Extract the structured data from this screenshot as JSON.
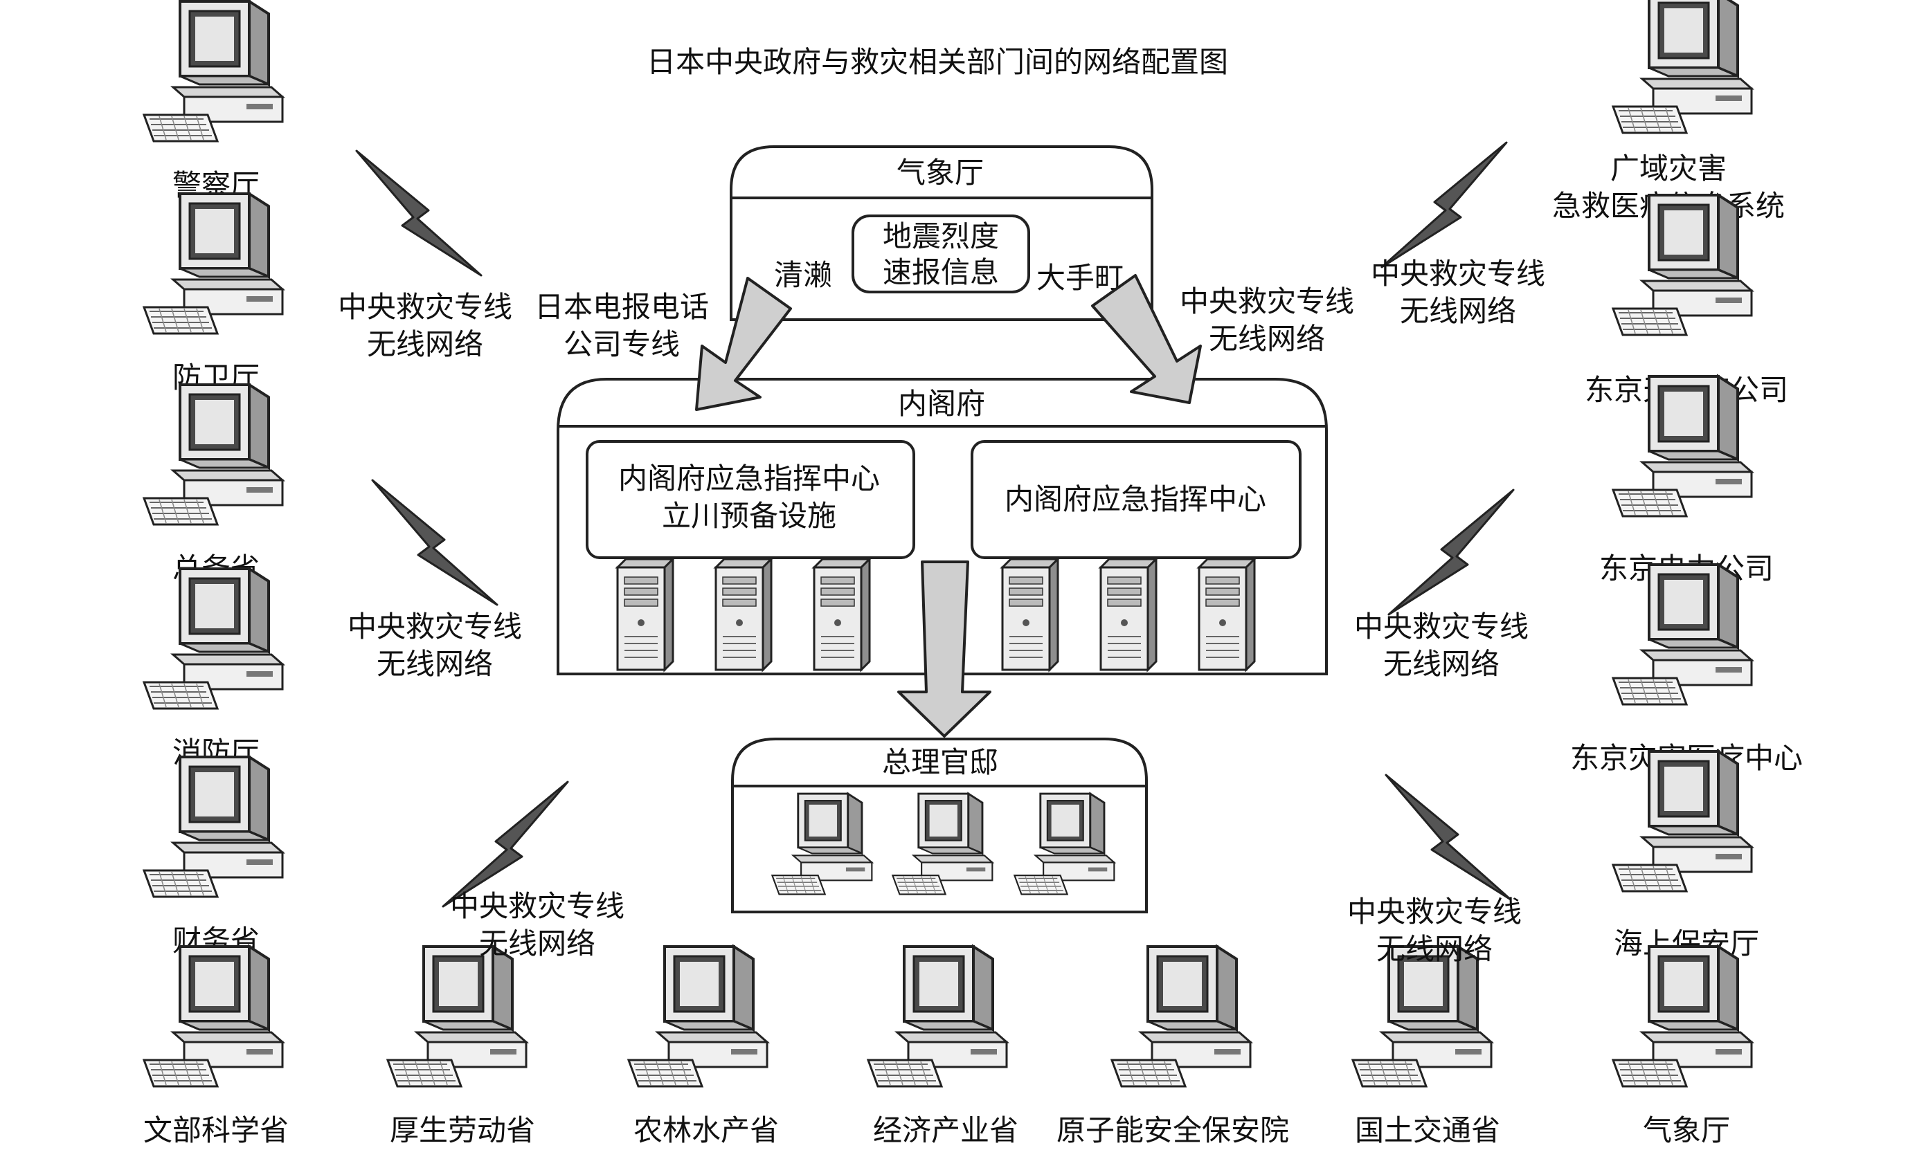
{
  "title": "日本中央政府与救灾相关部门间的网络配置图",
  "colors": {
    "stroke": "#222222",
    "arrow_fill": "#cfcfcf",
    "bolt_fill": "#555555",
    "monitor_face": "#e8e8e8",
    "screen_dark": "#4a4a4a"
  },
  "left_column": [
    "警察厅",
    "防卫厅",
    "总务省",
    "消防厅",
    "财务省",
    "文部科学省"
  ],
  "bottom_row": [
    "厚生劳动省",
    "农林水产省",
    "经济产业省",
    "原子能安全保安院",
    "国土交通省"
  ],
  "right_column": [
    [
      "广域灾害",
      "急救医疗信息系统"
    ],
    [
      "东京天然气公司"
    ],
    [
      "东京电力公司"
    ],
    [
      "东京灾害医疗中心"
    ],
    [
      "海上保安厅"
    ],
    [
      "气象厅"
    ]
  ],
  "wireless_label": [
    "中央救灾专线",
    "无线网络"
  ],
  "ntt_label": [
    "日本电报电话",
    "公司专线"
  ],
  "meteorological": {
    "title": "气象厅",
    "seismic_box": [
      "地震烈度",
      "速报信息"
    ],
    "left_site": "清濑",
    "right_site": "大手町"
  },
  "cabinet": {
    "title": "内阁府",
    "backup_center": [
      "内阁府应急指挥中心",
      "立川预备设施"
    ],
    "main_center": "内阁府应急指挥中心"
  },
  "residence": {
    "title": "总理官邸"
  },
  "icons": {
    "computer": "desktop-computer-icon",
    "server": "server-tower-icon",
    "wireless": "lightning-bolt-icon"
  }
}
